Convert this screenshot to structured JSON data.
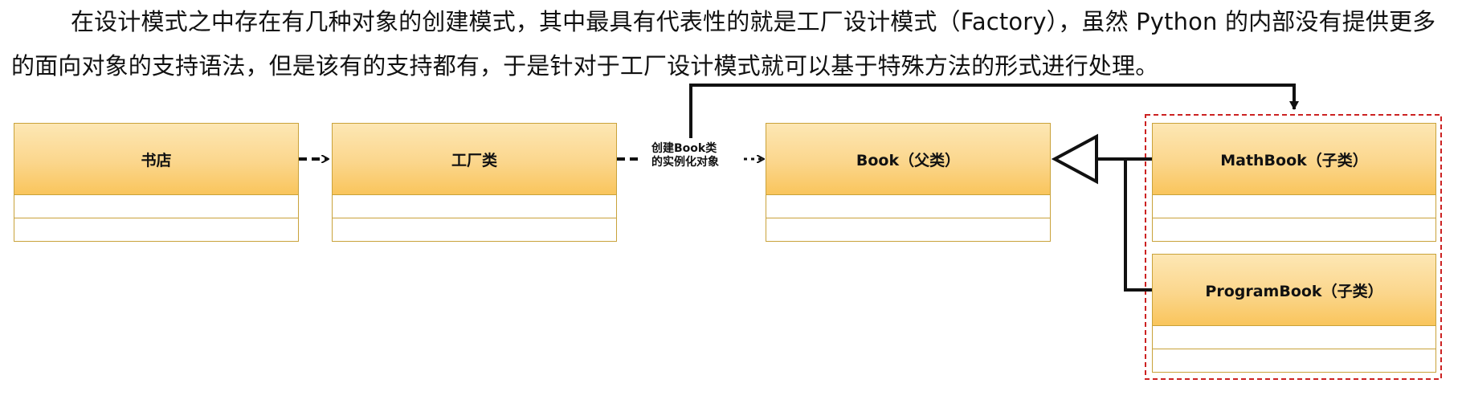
{
  "intro": {
    "text": "在设计模式之中存在有几种对象的创建模式，其中最具有代表性的就是工厂设计模式（Factory），虽然 Python 的内部没有提供更多的面向对象的支持语法，但是该有的支持都有，于是针对于工厂设计模式就可以基于特殊方法的形式进行处理。"
  },
  "diagram": {
    "classes": {
      "bookstore": "书店",
      "factory": "工厂类",
      "book": "Book（父类）",
      "math_book": "MathBook（子类）",
      "program_book": "ProgramBook（子类）"
    },
    "edge_label_line1": "创建Book类",
    "edge_label_line2": "的实例化对象",
    "colors": {
      "box_border": "#c9a23a",
      "box_fill_top": "#fde7b4",
      "box_fill_bottom": "#f9c55c",
      "group_border": "#cc2222",
      "line": "#111111"
    }
  }
}
